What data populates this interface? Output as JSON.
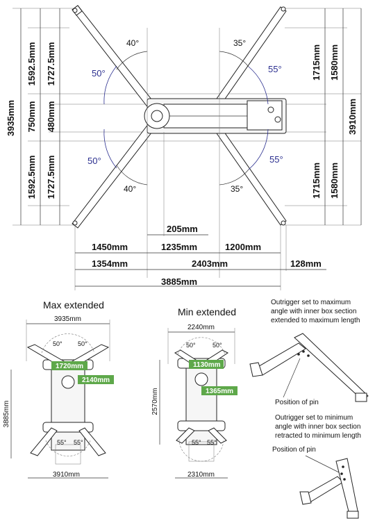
{
  "top_view": {
    "left_heights": [
      "3935mm",
      "1592.5mm",
      "1727.5mm",
      "750mm",
      "480mm",
      "1592.5mm",
      "1727.5mm"
    ],
    "right_heights": [
      "1715mm",
      "1580mm",
      "3910mm",
      "1715mm",
      "1580mm"
    ],
    "angles_black": [
      "40°",
      "35°",
      "40°",
      "35°"
    ],
    "angles_blue": [
      "50°",
      "55°",
      "50°",
      "55°"
    ],
    "row1": "205mm",
    "row2": [
      "1450mm",
      "1235mm",
      "1200mm"
    ],
    "row3": [
      "1354mm",
      "2403mm",
      "128mm"
    ],
    "row4": "3885mm"
  },
  "max_extended": {
    "title": "Max extended",
    "top_width": "3935mm",
    "height": "3885mm",
    "bottom_width": "3910mm",
    "angles_top": [
      "50°",
      "50°"
    ],
    "angles_bottom": [
      "55°",
      "55°"
    ],
    "green_labels": [
      "1720mm",
      "2140mm"
    ]
  },
  "min_extended": {
    "title": "Min extended",
    "top_width": "2240mm",
    "height": "2570mm",
    "bottom_width": "2310mm",
    "angles_top": [
      "50°",
      "50°"
    ],
    "angles_bottom": [
      "55°",
      "55°"
    ],
    "green_labels": [
      "1130mm",
      "1365mm"
    ]
  },
  "outrigger_max": {
    "text": [
      "Outrigger set to maximum",
      "angle with inner box section",
      "extended to maximum length"
    ],
    "pin_label": "Position of pin"
  },
  "outrigger_min": {
    "text": [
      "Outrigger set to minimum",
      "angle with inner box section",
      "retracted to minimum length"
    ],
    "pin_label": "Position of pin"
  },
  "colors": {
    "angle_blue": "#2b2f8f",
    "green": "#5ea84a",
    "line": "#222222"
  }
}
